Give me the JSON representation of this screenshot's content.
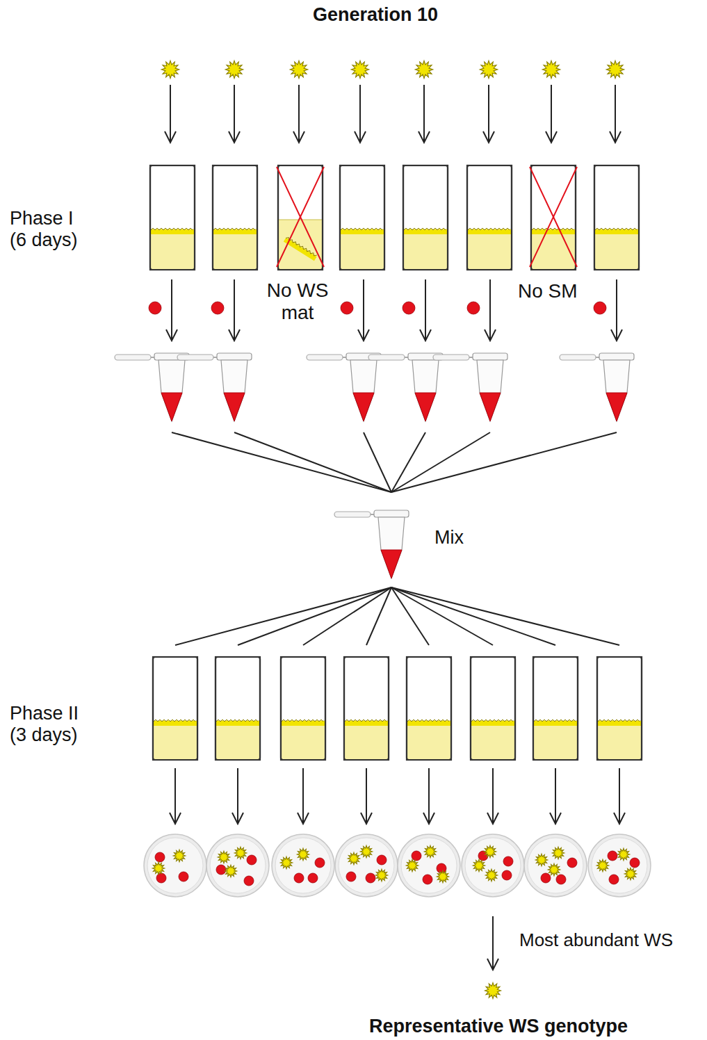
{
  "diagram": {
    "title": "Generation 10",
    "nodes": [
      {
        "text": [
          "Mix"
        ]
      }
    ],
    "labels": [
      "Phase I (6 days)",
      "No WS mat",
      "No SM",
      "Phase II (3 days)",
      "Most abundant WS",
      "Representative WS genotype"
    ]
  }
}
